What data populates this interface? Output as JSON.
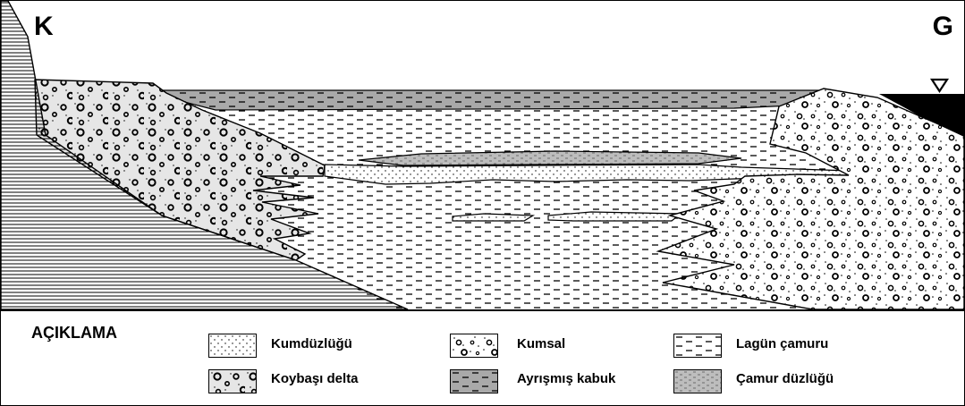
{
  "orientation": {
    "left": "K",
    "right": "G"
  },
  "legend": {
    "title": "AÇIKLAMA",
    "items": [
      {
        "label": "Kumdüzlüğü",
        "pattern": "sand-dots"
      },
      {
        "label": "Koybaşı delta",
        "pattern": "delta-pebbles"
      },
      {
        "label": "Kumsal",
        "pattern": "beach-circles"
      },
      {
        "label": "Ayrışmış kabuk",
        "pattern": "crust-dark-dashes"
      },
      {
        "label": "Lagün çamuru",
        "pattern": "lagoon-dashes"
      },
      {
        "label": "Çamur düzlüğü",
        "pattern": "mudflat-grey"
      }
    ]
  },
  "colors": {
    "delta_fill": "#e6e6e6",
    "crust_fill": "#a9a9a9",
    "mudflat_fill": "#bdbdbd",
    "sea_fill": "#000000"
  }
}
